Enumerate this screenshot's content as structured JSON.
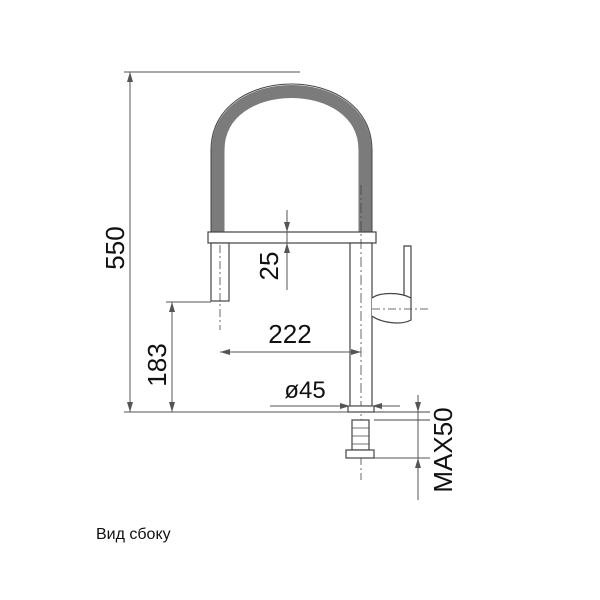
{
  "view_label": "Вид сбоку",
  "dimensions": {
    "total_height": "550",
    "spout_height": "183",
    "spout_reach": "222",
    "spout_drop": "25",
    "base_diameter": "ø45",
    "max_thickness": "MAX50"
  },
  "colors": {
    "line": "#555555",
    "hose": "#7a7a7a",
    "text": "#111111"
  }
}
